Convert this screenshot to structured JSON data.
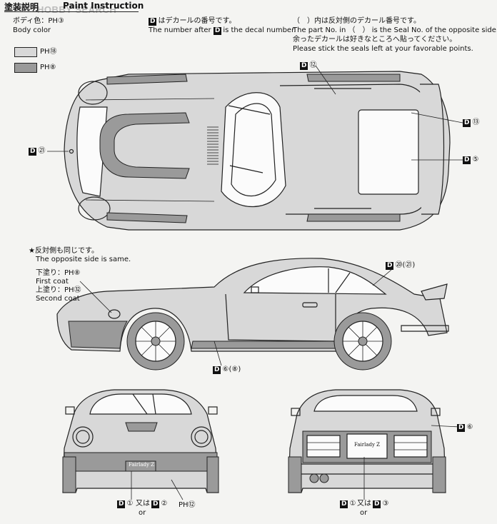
{
  "header": {
    "watermark": "HOBBY SEARCH",
    "title_jp": "塗装説明",
    "title_en": "Paint Instruction"
  },
  "legend": {
    "body_jp": "ボディ色：",
    "body_code": "PH③",
    "body_en": "Body color",
    "swatches": [
      {
        "code": "PH⑱",
        "color": "#d8d8d8"
      },
      {
        "code": "PH⑧",
        "color": "#9a9a9a"
      }
    ]
  },
  "notes": {
    "decal_jp": "はデカールの番号です。",
    "decal_en_pre": "The number after",
    "decal_en_post": "is the decal number.",
    "decal_box": "D",
    "seal_jp": "（　）内は反対側のデカール番号です。",
    "seal_en": "The part No. in （　） is the Seal No. of the opposite side.",
    "leftover_jp": "余ったデカールは好きなところへ貼ってください。",
    "leftover_en": "Please stick the seals left at your favorable points."
  },
  "top_view": {
    "decals": [
      {
        "box": "D",
        "num": "⑫"
      },
      {
        "box": "D",
        "num": "⑬"
      },
      {
        "box": "D",
        "num": "⑤"
      },
      {
        "box": "D",
        "num": "㉑"
      }
    ]
  },
  "side_view": {
    "note_jp": "★反対側も同じです。",
    "note_en": "The opposite side is same.",
    "undercoat_jp": "下塗り：",
    "undercoat_code": "PH⑧",
    "undercoat_en": "First coat",
    "topcoat_jp": "上塗り：",
    "topcoat_code": "PH㉜",
    "topcoat_en": "Second coat",
    "decals": [
      {
        "box": "D",
        "num": "⑳(㉑)"
      },
      {
        "box": "D",
        "num": "⑥(⑧)"
      }
    ]
  },
  "front_view": {
    "plate_text": "Fairlady Z",
    "decal_a": {
      "box": "D",
      "num": "①"
    },
    "or_jp": "又は",
    "or_en": "or",
    "decal_b": {
      "box": "D",
      "num": "②"
    },
    "paint": "PH⑫"
  },
  "rear_view": {
    "plate_text": "Fairlady Z",
    "decal_side": {
      "box": "D",
      "num": "⑥"
    },
    "decal_a": {
      "box": "D",
      "num": "①"
    },
    "or_jp": "又は",
    "or_en": "or",
    "decal_b": {
      "box": "D",
      "num": "③"
    }
  }
}
